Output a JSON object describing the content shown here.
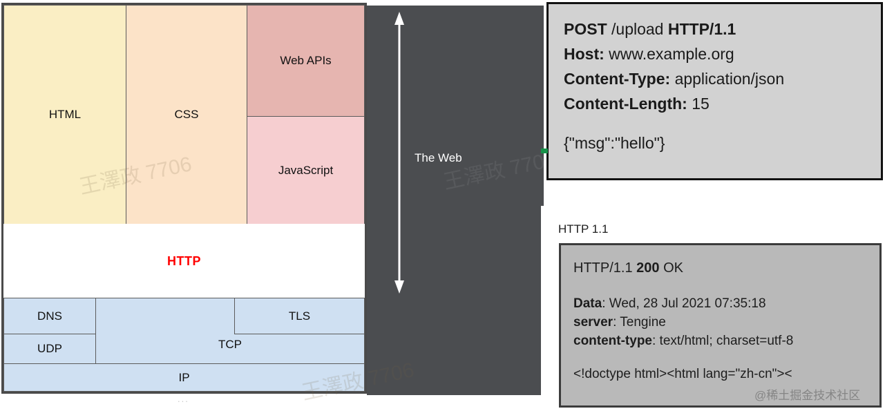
{
  "stack_diagram": {
    "layers": [
      {
        "id": "html",
        "label": "HTML"
      },
      {
        "id": "css",
        "label": "CSS"
      },
      {
        "id": "webapis",
        "label": "Web APIs"
      },
      {
        "id": "js",
        "label": "JavaScript"
      },
      {
        "id": "http",
        "label": "HTTP"
      },
      {
        "id": "dns",
        "label": "DNS"
      },
      {
        "id": "udp",
        "label": "UDP"
      },
      {
        "id": "tcp",
        "label": "TCP"
      },
      {
        "id": "tls",
        "label": "TLS"
      },
      {
        "id": "ip",
        "label": "IP"
      }
    ],
    "colors": {
      "html": "#faeec4",
      "css": "#fce3c8",
      "webapis": "#e6b5b0",
      "javascript": "#f6ced0",
      "http_text": "#ff0000",
      "network": "#cfe0f2",
      "border": "#4a4a4a"
    }
  },
  "web_panel": {
    "label": "The Web",
    "background": "#4b4d50",
    "arrow": "double-headed-vertical-arrow",
    "arrow_color": "#ffffff",
    "connector_color": "#17924a"
  },
  "request_panel": {
    "background": "#d2d2d2",
    "request_line": {
      "method": "POST",
      "path": "/upload",
      "version": "HTTP/1.1"
    },
    "headers": [
      {
        "name": "Host:",
        "value": "www.example.org"
      },
      {
        "name": "Content-Type:",
        "value": "application/json"
      },
      {
        "name": "Content-Length:",
        "value": "15"
      }
    ],
    "body": "{\"msg\":\"hello\"}"
  },
  "response_section": {
    "caption": "HTTP 1.1",
    "background": "#b9b9b9",
    "status_prefix": "HTTP/1.1",
    "status_code": "200",
    "status_text": "OK",
    "headers": [
      {
        "name": "Data",
        "value": ": Wed, 28 Jul 2021 07:35:18"
      },
      {
        "name": "server",
        "value": ": Tengine"
      },
      {
        "name": "content-type",
        "value": ": text/html; charset=utf-8"
      }
    ],
    "body": "<!doctype html><html lang=\"zh-cn\"><"
  },
  "watermarks": {
    "diagonal": "王澤政 7706",
    "corner": "@稀土掘金技术社区",
    "ellipsis": "..."
  }
}
